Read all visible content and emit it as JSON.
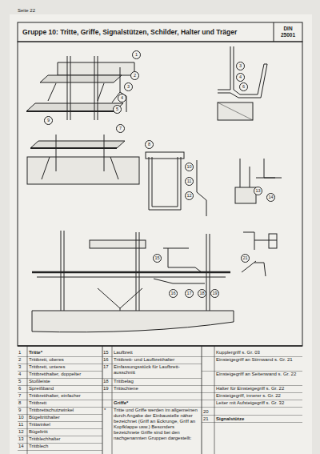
{
  "diagram": {
    "title": "Gruppe 10: Tritte, Griffe, Signalstützen, Schilder, Halter und Träger",
    "labels": [
      "Seite 22",
      "DIN",
      "25001",
      "1",
      "2",
      "3",
      "4",
      "5",
      "7",
      "8",
      "3",
      "4",
      "6",
      "9",
      "10",
      "11",
      "12",
      "13",
      "14",
      "15",
      "16",
      "17",
      "18",
      "19",
      "21",
      "1",
      "Tritte*",
      "2",
      "Trittbrett, oberes",
      "3",
      "Trittbrett, unteres",
      "4",
      "Trittbretthalter, doppelter",
      "5",
      "Stoßleiste",
      "6",
      "Spreißband",
      "7",
      "Trittbretthalter, einfacher",
      "8",
      "Trittbrett",
      "9",
      "Trittbrettschutzwinkel",
      "10",
      "Bügeltritthalter",
      "11",
      "Trittwinkel",
      "12",
      "Bügeltritt",
      "13",
      "Trittblechhalter",
      "14",
      "Trittblech",
      "15",
      "Laufbrett",
      "16",
      "Trittbrett- und Laufbretthalter",
      "17",
      "Einfassungsstück für Laufbrett-ausschnitt",
      "18",
      "Trittbelag",
      "19",
      "Trittschiene",
      "Griffe*",
      "*",
      "Tritte und Griffe werden im allgemeinen durch Angabe der Einbaustelle näher bezeichnet (Griff an Eckrunge, Griff an Kopfklappe usw.) Besonders bezeichnete Griffe sind bei den nachgenannten Gruppen dargestellt:",
      "Kupplergriff s. Gr. 03",
      "Einsteigegriff an Stirnwand s. Gr. 21",
      "Einsteigegriff an Seitenwand s. Gr. 22",
      "Halter für Einsteigegriff s. Gr. 22",
      "Einsteigegriff, innerer s. Gr. 22",
      "Leiter mit Aufsteigegriff s. Gr. 32",
      "20",
      "21",
      "Signalstütze"
    ]
  }
}
